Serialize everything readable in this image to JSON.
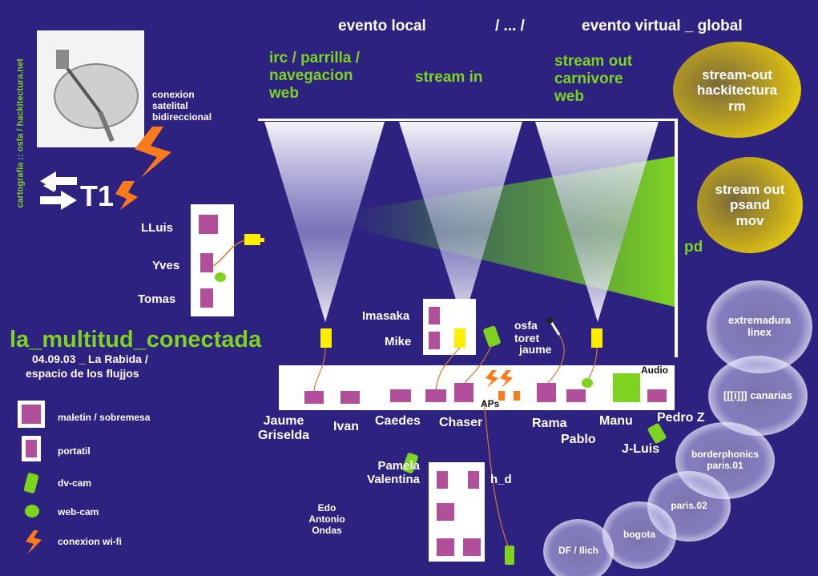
{
  "header": {
    "evento_local": "evento local",
    "separator": "/ ... /",
    "evento_global": "evento virtual _ global"
  },
  "streams": {
    "irc": "irc / parrilla /\nnavegacion\nweb",
    "stream_in": "stream in",
    "stream_out": "stream out\ncarnivore\nweb",
    "pd": "pd"
  },
  "credit": "cartografia :: osfa / hackitectura.net",
  "satellite_label": "conexion\nsatelital\nbidireccional",
  "t1_label": "T1",
  "title": {
    "main": "la_multitud_conectada",
    "date": "04.09.03 _ La Rabida /",
    "subtitle": "espacio de los flujjos"
  },
  "left_people": [
    "LLuis",
    "Yves",
    "Tomas"
  ],
  "middle_people": [
    "Imasaka",
    "Mike"
  ],
  "osfa_people": [
    "osfa",
    "toret",
    "jaume"
  ],
  "audio_label": "Audio",
  "aps_label": "APs",
  "table_people": {
    "jaume_griselda": "Jaume\nGriselda",
    "ivan": "Ivan",
    "caedes": "Caedes",
    "chaser": "Chaser",
    "rama": "Rama",
    "pablo": "Pablo",
    "manu": "Manu",
    "pedro": "Pedro Z",
    "jluis": "J-Luis"
  },
  "bottom_group": {
    "pamela_valentina": "Pamela\nValentina",
    "hd": "h_d",
    "edo": "Edo\nAntonio\nOndas"
  },
  "legend": [
    {
      "icon": "laptop-desktop-icon",
      "label": "maletin / sobremesa"
    },
    {
      "icon": "laptop-icon",
      "label": "portatil"
    },
    {
      "icon": "dv-cam-icon",
      "label": "dv-cam"
    },
    {
      "icon": "web-cam-icon",
      "label": "web-cam"
    },
    {
      "icon": "wifi-icon",
      "label": "conexion wi-fi"
    }
  ],
  "gold_nodes": [
    "stream-out\nhackitectura\nrm",
    "stream out\npsand\nmov"
  ],
  "remote_nodes": [
    "extremadura\nlinex",
    "[[[i]]] canarias",
    "borderphonics\nparis.01",
    "paris.02",
    "bogota",
    "DF / Ilich"
  ],
  "colors": {
    "background": "#2d2280",
    "green": "#7ed321",
    "device": "#b14f9a",
    "camera": "#ffee00",
    "wifi": "#ff7a1a"
  }
}
